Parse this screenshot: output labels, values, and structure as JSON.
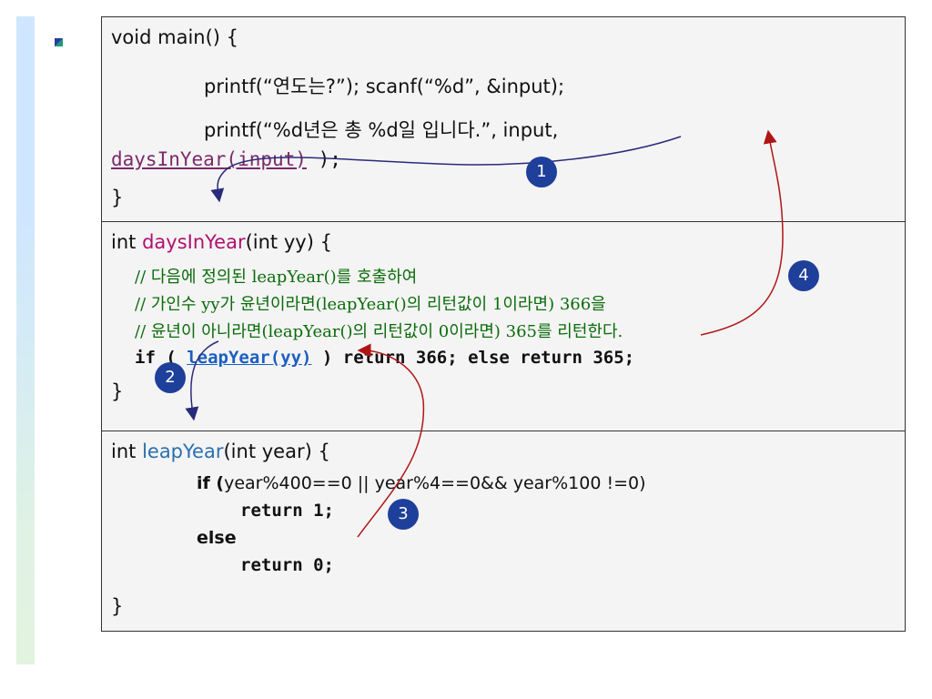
{
  "main_box": {
    "line1": "void main() {",
    "line2": "printf(“연도는?”); scanf(“%d”, &input);",
    "line3": "printf(“%d년은 총 %d일 입니다.”, input,",
    "line4_link": "daysInYear(input)",
    "line4_rest": " );",
    "line5": "}"
  },
  "days_box": {
    "sig_prefix": "int ",
    "sig_name": "daysInYear",
    "sig_suffix": "(int yy) {",
    "comment1": "// 다음에 정의된 leapYear()를 호출하여",
    "comment2": "// 가인수 yy가 윤년이라면(leapYear()의 리턴값이 1이라면) 366을",
    "comment3": "// 윤년이 아니라면(leapYear()의 리턴값이 0이라면) 365를 리턴한다.",
    "if_prefix": "if ( ",
    "if_link": "leapYear(yy)",
    "if_suffix": " ) return 366; else return 365;",
    "close": "}"
  },
  "leap_box": {
    "sig_prefix": "int ",
    "sig_name": "leapYear",
    "sig_suffix": "(int year) {",
    "if_kw": "if (",
    "if_cond": "year%400==0 || year%4==0&& year%100 !=0)",
    "return1": "return 1;",
    "else_kw": "else",
    "return0": "return 0;",
    "close": "}"
  },
  "badges": [
    "1",
    "2",
    "3",
    "4"
  ],
  "colors": {
    "badge": "#1e3f9a",
    "arrow_blue": "#2a2a7a",
    "arrow_red": "#b01515",
    "comment": "#0a6b0a",
    "function_name_red": "#b01070",
    "function_name_blue": "#2a6fb0"
  }
}
